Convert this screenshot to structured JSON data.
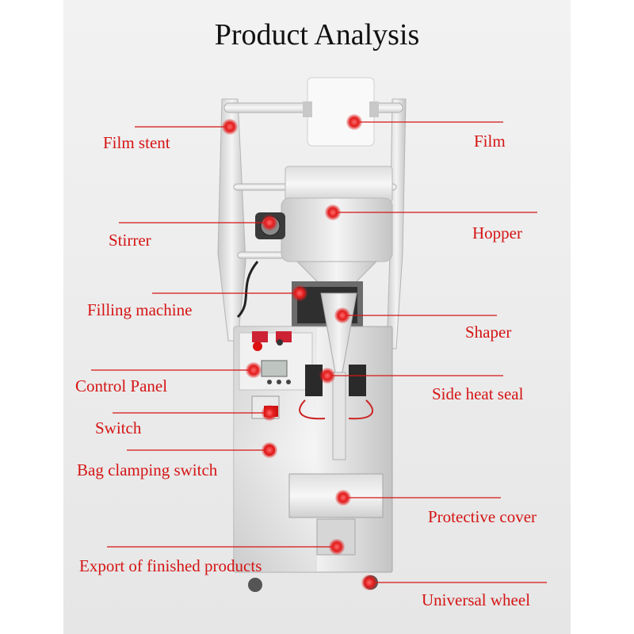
{
  "title": "Product Analysis",
  "accent_color": "#d51414",
  "labels": {
    "film_stent": "Film stent",
    "film": "Film",
    "stirrer": "Stirrer",
    "hopper": "Hopper",
    "filling_machine": "Filling machine",
    "shaper": "Shaper",
    "control_panel": "Control Panel",
    "side_heat_seal": "Side heat seal",
    "switch": "Switch",
    "bag_clamping_switch": "Bag clamping switch",
    "protective_cover": "Protective cover",
    "export": "Export of finished products",
    "universal_wheel": "Universal wheel"
  }
}
